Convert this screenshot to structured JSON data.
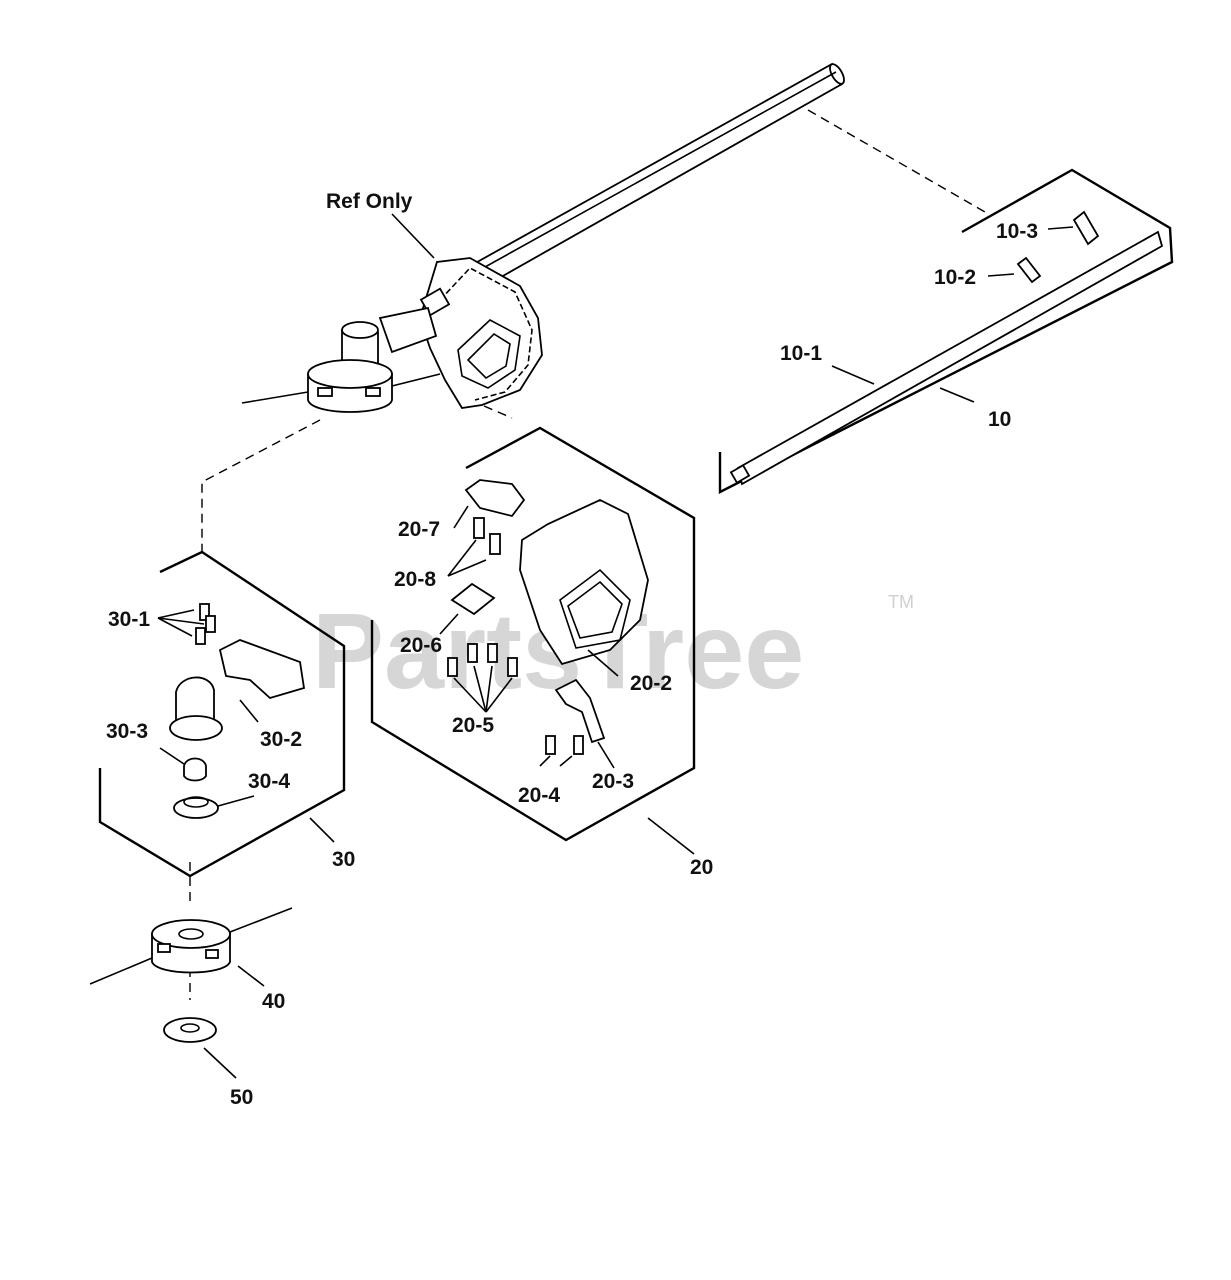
{
  "watermark": {
    "text": "PartsTree",
    "trademark": "TM"
  },
  "labels": {
    "ref_only": "Ref Only",
    "p10": "10",
    "p10_1": "10-1",
    "p10_2": "10-2",
    "p10_3": "10-3",
    "p20": "20",
    "p20_2": "20-2",
    "p20_3": "20-3",
    "p20_4": "20-4",
    "p20_5": "20-5",
    "p20_6": "20-6",
    "p20_7": "20-7",
    "p20_8": "20-8",
    "p30": "30",
    "p30_1": "30-1",
    "p30_2": "30-2",
    "p30_3": "30-3",
    "p30_4": "30-4",
    "p40": "40",
    "p50": "50"
  }
}
